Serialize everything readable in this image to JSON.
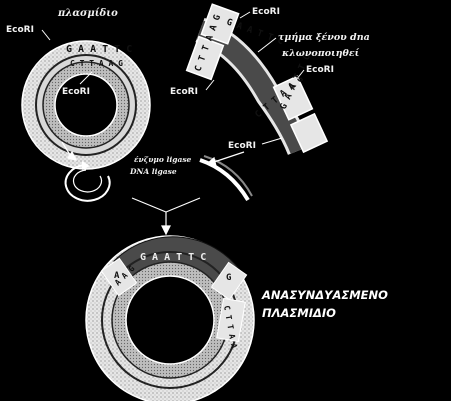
{
  "plasmid_label": "πλασμίδιο",
  "ecori": "EcoRI",
  "top_seq": "G A A T T C",
  "bottom_seq": "C T T A A G",
  "foreign_label_line1": "τμήμα ξένου dna",
  "foreign_label_line2": "κλωνοποιηθεί",
  "ligase_label_line1": "ένζυμο ligase",
  "ligase_label_line2": "DNA ligase",
  "result_seq_top": "G A A T T C",
  "result_seq_left": "A A G",
  "result_seq_right": "C T T A A",
  "result_g": "G",
  "result_a": "A",
  "recombinant_line1": "ΑΝΑΣΥΝΔΥΑΣΜΕΝΟ",
  "recombinant_line2": "ΠΛΑΣΜΙΔΙΟ",
  "colors": {
    "background": "#000000",
    "stipple": "#cfcfcf",
    "foreign_dna": "#4a4a4a",
    "ring_light": "#d9d9d9",
    "line": "#ffffff"
  }
}
